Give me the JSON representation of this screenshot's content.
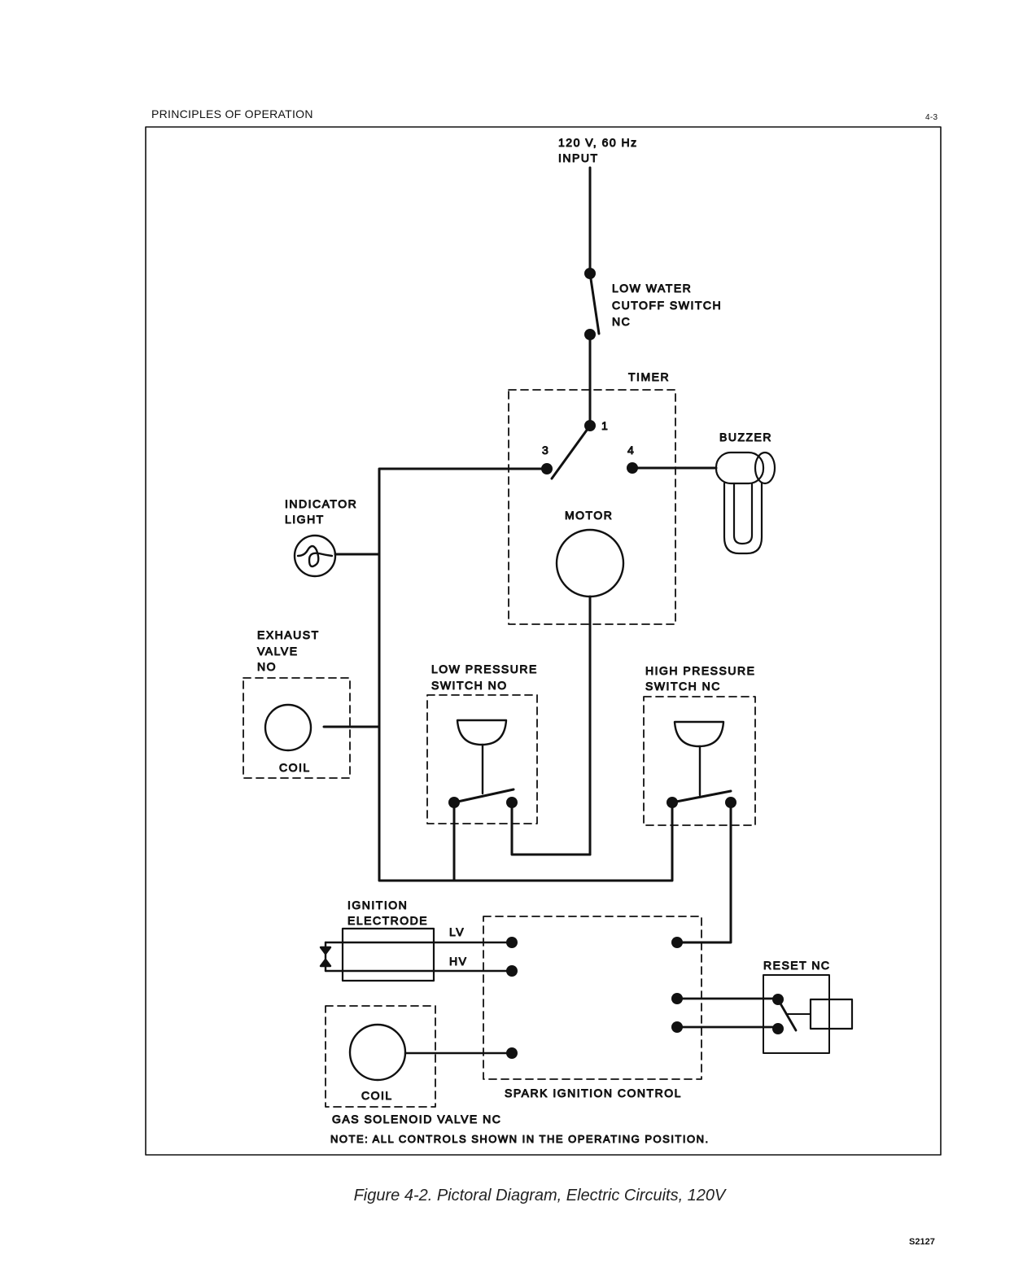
{
  "header": {
    "section": "PRINCIPLES OF OPERATION",
    "page": "4-3"
  },
  "labels": {
    "input_line1": "120 V, 60 Hz",
    "input_line2": "INPUT",
    "lwc_line1": "LOW WATER",
    "lwc_line2": "CUTOFF SWITCH",
    "lwc_line3": "NC",
    "timer": "TIMER",
    "term1": "1",
    "term3": "3",
    "term4": "4",
    "motor": "MOTOR",
    "buzzer": "BUZZER",
    "indicator_line1": "INDICATOR",
    "indicator_line2": "LIGHT",
    "exhaust_line1": "EXHAUST",
    "exhaust_line2": "VALVE",
    "exhaust_line3": "NO",
    "coil": "COIL",
    "lps_line1": "LOW PRESSURE",
    "lps_line2": "SWITCH NO",
    "hps_line1": "HIGH PRESSURE",
    "hps_line2": "SWITCH NC",
    "ign_line1": "IGNITION",
    "ign_line2": "ELECTRODE",
    "lv": "LV",
    "hv": "HV",
    "reset": "RESET NC",
    "gas_coil": "COIL",
    "gas_valve": "GAS SOLENOID VALVE NC",
    "spark": "SPARK IGNITION CONTROL",
    "note": "NOTE:  ALL CONTROLS SHOWN IN THE OPERATING POSITION."
  },
  "caption": "Figure 4-2.  Pictoral Diagram, Electric Circuits, 120V",
  "doc_number": "S2127"
}
